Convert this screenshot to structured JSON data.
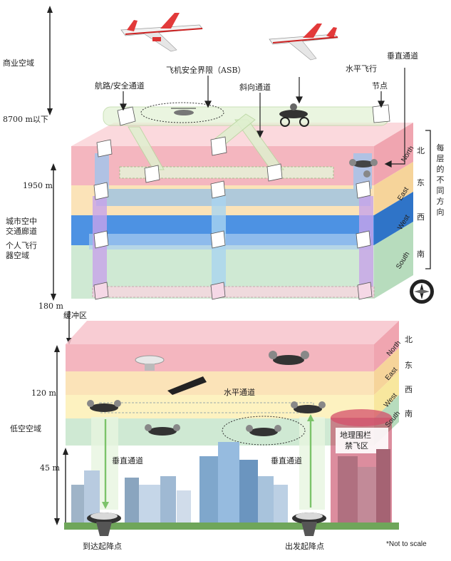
{
  "left_labels": {
    "commercial_airspace": "商业空域",
    "alt_8700": "8700 m以下",
    "alt_1950": "1950 m",
    "uam_corridor_line1": "城市空中",
    "uam_corridor_line2": "交通廊道",
    "pav_line1": "个人飞行",
    "pav_line2": "器空域",
    "alt_180": "180 m",
    "buffer_zone": "缓冲区",
    "alt_120": "120 m",
    "low_airspace": "低空空域",
    "alt_45": "45 m"
  },
  "top_labels": {
    "air_route": "航路/安全通道",
    "asb": "飞机安全界限（ASB）",
    "diagonal": "斜向通道",
    "horizontal_flight": "水平飞行",
    "node": "节点",
    "vertical_channel": "垂直通道"
  },
  "right_labels": {
    "layer_note": "每层的不同方向",
    "upper_dirs": [
      {
        "en": "North",
        "cn": "北"
      },
      {
        "en": "East",
        "cn": "东"
      },
      {
        "en": "West",
        "cn": "西"
      },
      {
        "en": "South",
        "cn": "南"
      }
    ],
    "lower_dirs": [
      {
        "en": "North",
        "cn": "北"
      },
      {
        "en": "East",
        "cn": "东"
      },
      {
        "en": "West",
        "cn": "西"
      },
      {
        "en": "South",
        "cn": "南"
      }
    ]
  },
  "lower_labels": {
    "horizontal_channel": "水平通道",
    "vertical_left": "垂直通道",
    "vertical_right": "垂直通道",
    "geofence_line1": "地理围栏",
    "geofence_line2": "禁飞区",
    "arrival_pad": "到达起降点",
    "departure_pad": "出发起降点",
    "not_to_scale": "*Not to scale"
  },
  "colors": {
    "north": "#f4b6bf",
    "east": "#fbe3b8",
    "west": "#3a86e0",
    "west_lower": "#fdf2c0",
    "south": "#cfe9d3",
    "purple_channel": "#c7a3ea",
    "geofence": "#c0304f"
  }
}
